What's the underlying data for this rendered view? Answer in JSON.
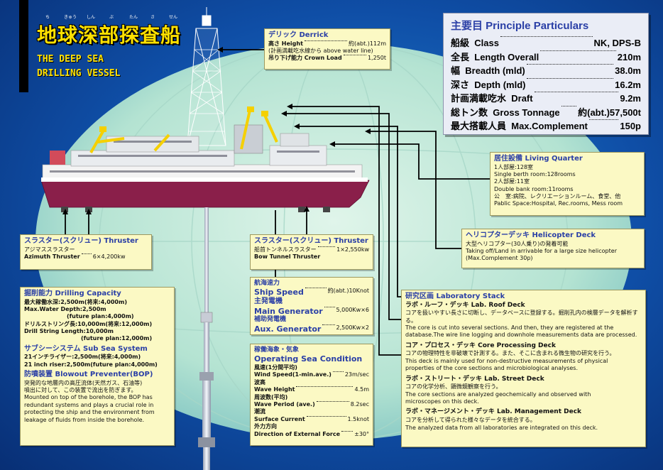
{
  "title": {
    "jp": "地球深部探査船",
    "furigana": [
      "ち",
      "きゅう",
      "しん",
      "ぶ",
      "たん",
      "さ",
      "せん"
    ],
    "en_line1": "THE DEEP SEA",
    "en_line2": "DRILLING VESSEL"
  },
  "principle": {
    "title": "主要目  Principle Particulars",
    "rows": [
      {
        "jp": "船級",
        "en": "Class",
        "val": "NK, DPS-B"
      },
      {
        "jp": "全長",
        "en": "Length Overall",
        "val": "210m"
      },
      {
        "jp": "幅",
        "en": "Breadth (mld)",
        "val": "38.0m"
      },
      {
        "jp": "深さ",
        "en": "Depth (mld)",
        "val": "16.2m"
      },
      {
        "jp": "計画満載吃水",
        "en": "Draft",
        "val": "9.2m"
      },
      {
        "jp": "総トン数",
        "en": "Gross Tonnage",
        "val": "約(abt.)57,500t"
      },
      {
        "jp": "最大搭載人員",
        "en": "Max.Complement",
        "val": "150p"
      }
    ]
  },
  "derrick": {
    "title": "デリック  Derrick",
    "l1_label": "高さ Height",
    "l1_val": "約(abt.)112m",
    "l2": "(計画満載吃水線から above water line)",
    "l3_label": "吊り下げ能力 Crown Load",
    "l3_val": "1,250t"
  },
  "living": {
    "title": "居住設備  Living Quarter",
    "l1": "1人部屋:128室",
    "l2": "Single berth room:128rooms",
    "l3": "2人部屋:11室",
    "l4": "Double bank room:11rooms",
    "l5": "公　室:病院、レクリエーションルーム、食堂、他",
    "l6": "Pablic Space:Hospital, Rec.rooms, Mess room"
  },
  "heli": {
    "title": "ヘリコプターデッキ  Helicopter Deck",
    "l1": "大型ヘリコプター(30人乗り)の発着可能",
    "l2": "Taking off/Land in arrivable for a large size helicopter",
    "l3": "(Max.Complement 30p)"
  },
  "thruster_azi": {
    "title": "スラスター(スクリュー)  Thruster",
    "l1": "アジマススラスター",
    "l2": "Azimuth Thruster",
    "val": "6×4,200kw"
  },
  "thruster_bow": {
    "title": "スラスター(スクリュー)  Thruster",
    "l1": "船首トンネルスラスター",
    "l2": "Bow Tunnel Thruster",
    "val": "1×2,550kw"
  },
  "speed": {
    "jp1": "航海速力",
    "en1": "Ship Speed",
    "val1": "約(abt.)10Knot",
    "jp2": "主発電機",
    "en2": "Main Generator",
    "val2": "5,000Kw×6",
    "jp3": "補助発電機",
    "en3": "Aux. Generator",
    "val3": "2,500Kw×2"
  },
  "sea": {
    "title_jp": "稼働海象・気象",
    "title_en": "Operating Sea Condition",
    "r1_jp": "風速(1分間平均)",
    "r1_en": "Wind Speed(1-min.ave.)",
    "r1_val": "23m/sec",
    "r2_jp": "波高",
    "r2_en": "Wave Height",
    "r2_val": "4.5m",
    "r3_jp": "周波数(平均)",
    "r3_en": "Wave Period (ave.)",
    "r3_val": "8.2sec",
    "r4_jp": "潮流",
    "r4_en": "Surface Current",
    "r4_val": "1.5knot",
    "r5_jp": "外力方向",
    "r5_en": "Direction of External Force",
    "r5_val": "±30°"
  },
  "drilling": {
    "title": "掘削能力  Drilling Capacity",
    "l1": "最大稼働水深:2,500m(将来:4,000m)",
    "l2": "Max.Water Depth:2,500m",
    "l3": "(future plan:4,000m)",
    "l4": "ドリルストリング長:10,000m(将来:12,000m)",
    "l5": "Drill String Length:10,000m",
    "l6": "(future plan:12,000m)",
    "sub_title": "サブシーシステム  Sub Sea System",
    "s1": "21インチライザー:2,500m(将来:4,000m)",
    "s2": "21 inch riser:2,500m(future plan:4,000m)",
    "bop_title": "防噴装置  Blowout Preventer(BOP)",
    "b1": "突発的な地層内の高圧流体(天然ガス、石油等)",
    "b2": "噴出に対して、この装置で流出を防ぎます。",
    "b3": "Mounted on top of the borehole, the BOP has",
    "b4": "redundant systems and plays a crucial role in",
    "b5": "protecting the ship and the environment from",
    "b6": "leakage of fluids from inside the borehole."
  },
  "lab": {
    "title": "研究区画  Laboratory Stack",
    "roof_title": "ラボ・ルーフ・デッキ  Lab. Roof Deck",
    "roof_jp": "コアを扱いやすい長さに切断し、データベースに登録する。掘削孔内の検層データを解析する。",
    "roof_en1": "The core is cut into several sections. And then, they are registered at the",
    "roof_en2": "database.The wire line logging and downhole measurements data are processed.",
    "proc_title": "コア・プロセス・デッキ  Core Processing Deck",
    "proc_jp": "コアの物理特性を非破壊で計測する。また、そこに含まれる微生物の研究を行う。",
    "proc_en1": "This deck is mainly used for non-destructive measurements of physical",
    "proc_en2": "properties of the core sections and microbiological analyses.",
    "street_title": "ラボ・ストリート・デッキ  Lab. Street Deck",
    "street_jp": "コアの化学分析、顕微鏡観察を行う。",
    "street_en1": "The core sections are analyzed geochemically and observed with",
    "street_en2": "microscopes on this deck.",
    "mgmt_title": "ラボ・マネージメント・デッキ  Lab. Management Deck",
    "mgmt_jp": "コアを分析して得られた様々なデータを統合する。",
    "mgmt_en": "The analyzed data from all laboratories are integrated on this deck."
  },
  "colors": {
    "box_bg": "#fbf9c4",
    "heading": "#2a3fa6",
    "title_yellow": "#ffe100",
    "hull": "#8a1f4a",
    "globe": "#bfe8d6"
  }
}
